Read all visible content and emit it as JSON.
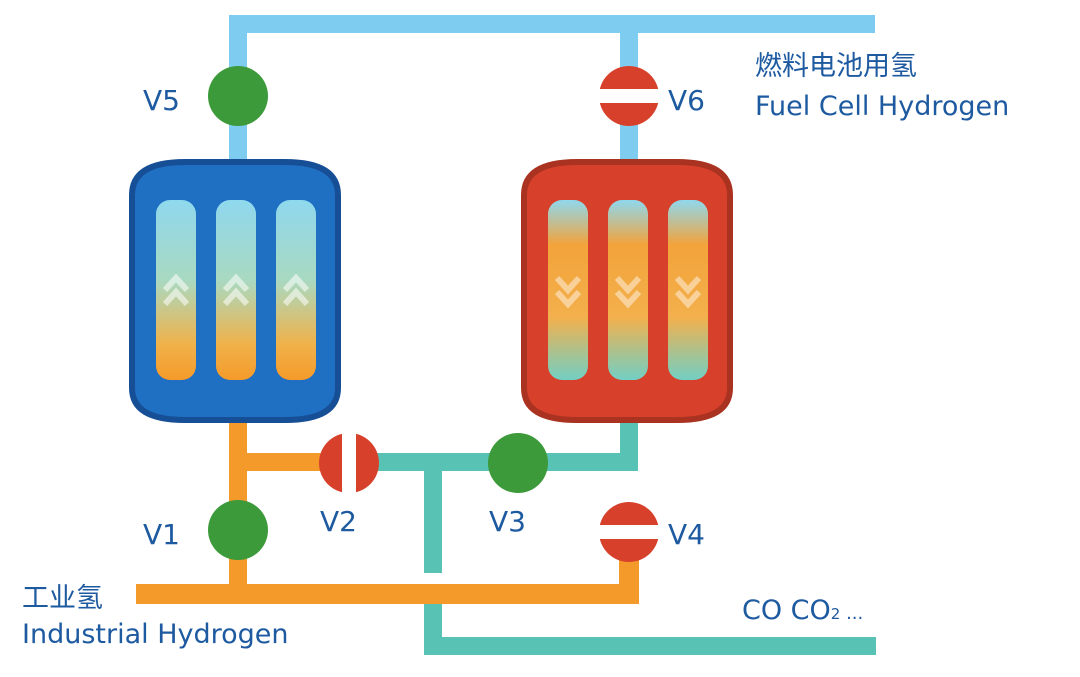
{
  "colors": {
    "pipe_blue": "#7ecdf0",
    "pipe_orange": "#f39a2b",
    "pipe_teal": "#58c2b4",
    "valve_open": "#3d9a3a",
    "valve_closed": "#d7412b",
    "valve_stripe": "#ffffff",
    "tank_left": "#1f6fc2",
    "tank_left_dark": "#174f96",
    "tank_right": "#d7412b",
    "tank_right_dark": "#a93220",
    "label_text": "#1e5aa0"
  },
  "valves": [
    {
      "id": "V5",
      "label": "V5",
      "state": "open"
    },
    {
      "id": "V6",
      "label": "V6",
      "state": "closed"
    },
    {
      "id": "V1",
      "label": "V1",
      "state": "open"
    },
    {
      "id": "V2",
      "label": "V2",
      "state": "closed"
    },
    {
      "id": "V3",
      "label": "V3",
      "state": "open"
    },
    {
      "id": "V4",
      "label": "V4",
      "state": "closed"
    }
  ],
  "tanks": [
    {
      "id": "left",
      "flow": "up-arrows-icon"
    },
    {
      "id": "right",
      "flow": "down-arrows-icon"
    }
  ],
  "outputs": {
    "fuel_cell": {
      "zh": "燃料电池用氢",
      "en": "Fuel Cell Hydrogen"
    },
    "industrial": {
      "zh": "工业氢",
      "en": "Industrial Hydrogen"
    },
    "exhaust": {
      "main": "CO CO",
      "subscript": "2",
      "suffix": " ..."
    }
  }
}
